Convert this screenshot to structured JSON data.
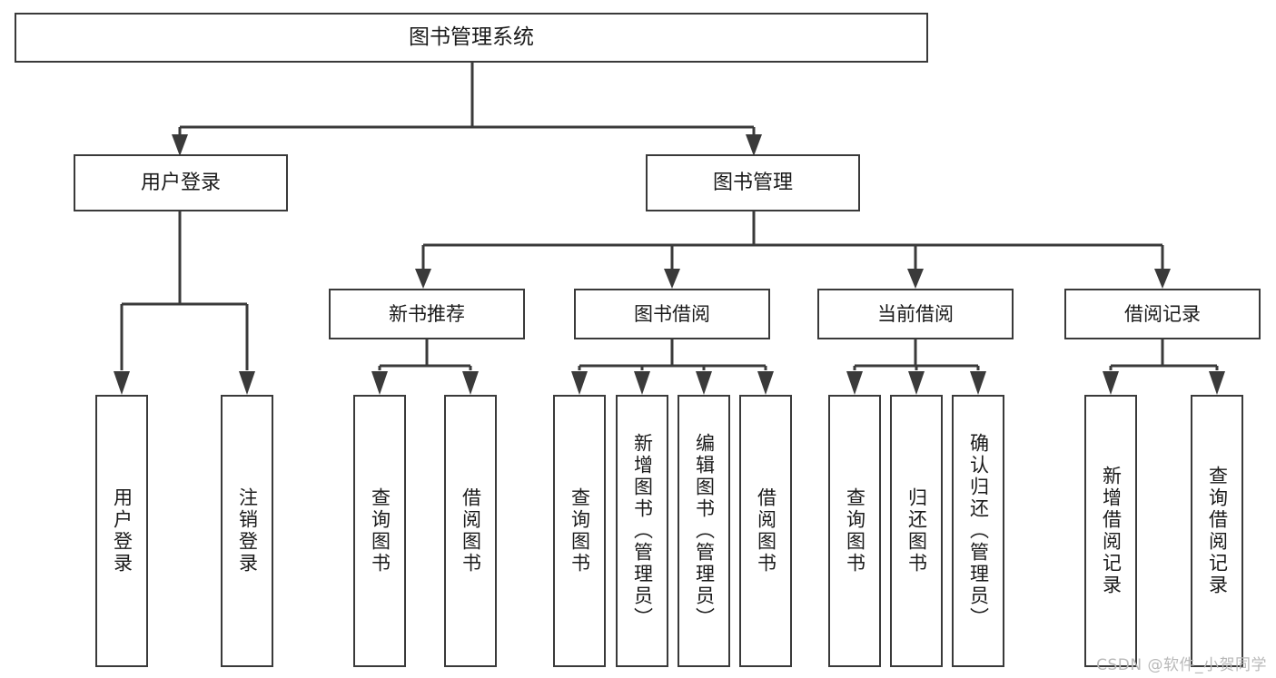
{
  "diagram": {
    "title": "图书管理系统",
    "watermark": "CSDN @软件_小贺同学",
    "stroke_color": "#3a3a3a",
    "background_color": "#ffffff",
    "root": {
      "label": "图书管理系统"
    },
    "level2": [
      {
        "label": "用户登录"
      },
      {
        "label": "图书管理"
      }
    ],
    "level3": [
      {
        "label": "新书推荐"
      },
      {
        "label": "图书借阅"
      },
      {
        "label": "当前借阅"
      },
      {
        "label": "借阅记录"
      }
    ],
    "leaves": [
      {
        "label": "用户登录"
      },
      {
        "label": "注销登录"
      },
      {
        "label": "查询图书"
      },
      {
        "label": "借阅图书"
      },
      {
        "label": "查询图书"
      },
      {
        "label": "新增图书（管理员）"
      },
      {
        "label": "编辑图书（管理员）"
      },
      {
        "label": "借阅图书"
      },
      {
        "label": "查询图书"
      },
      {
        "label": "归还图书"
      },
      {
        "label": "确认归还（管理员）"
      },
      {
        "label": "新增借阅记录"
      },
      {
        "label": "查询借阅记录"
      }
    ]
  }
}
